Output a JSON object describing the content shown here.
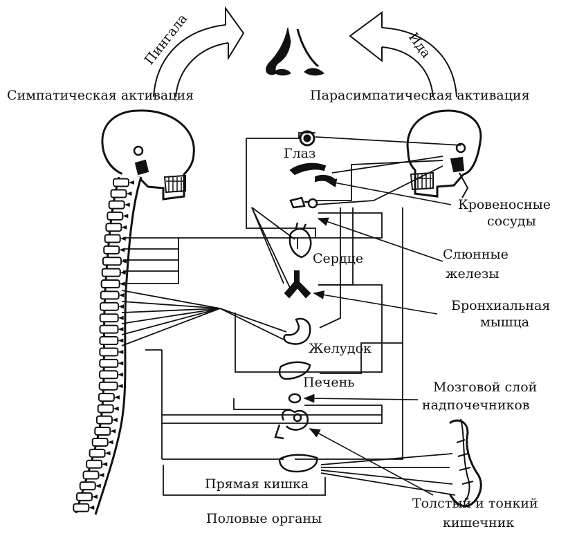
{
  "header": {
    "pingala": "Пингала",
    "ida": "Ида",
    "sympathetic": "Симпатическая активация",
    "parasympathetic": "Парасимпатическая активация"
  },
  "organs": {
    "eye": "Глаз",
    "heart": "Сердце",
    "stomach": "Желудок",
    "liver": "Печень",
    "rectum": "Прямая кишка",
    "genitals": "Половые органы"
  },
  "callouts": {
    "vessels_1": "Кровеносные",
    "vessels_2": "сосуды",
    "salivary_1": "Слюнные",
    "salivary_2": "железы",
    "bronchial_1": "Бронхиальная",
    "bronchial_2": "мышца",
    "adrenal_1": "Мозговой слой",
    "adrenal_2": "надпочечников",
    "intestine_1": "Толстый и тонкий",
    "intestine_2": "кишечник"
  }
}
